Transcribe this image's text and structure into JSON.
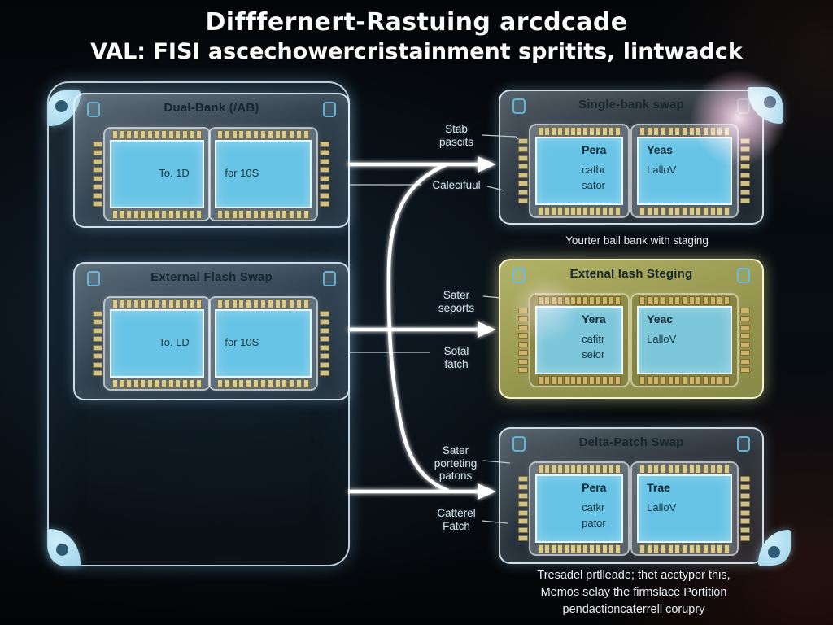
{
  "header": {
    "title": "Difffernert-Rastuing arcdcade",
    "subtitle": "VAL: FISI ascechowercristainment spritits, lintwadck"
  },
  "left_panel": {
    "dual_bank": {
      "title": "Dual-Bank (/AB)",
      "chip_a": {
        "line1": "To. 1D"
      },
      "chip_b": {
        "line1": "for 10S"
      }
    },
    "flash_swap": {
      "title": "External Flash Swap",
      "chip_a": {
        "line1": "To. LD"
      },
      "chip_b": {
        "line1": "for 10S"
      }
    }
  },
  "right_panel": {
    "single_bank": {
      "title": "Single-bank swap",
      "chip_a": {
        "line1": "Pera",
        "line2": "cafbr",
        "line3": "sator"
      },
      "chip_b": {
        "line1": "Yeas",
        "line2": "LalloV"
      },
      "caption": "Yourter ball bank with staging"
    },
    "flash_staging": {
      "title": "Extenal lash Steging",
      "chip_a": {
        "line1": "Yera",
        "line2": "cafitr",
        "line3": "seior"
      },
      "chip_b": {
        "line1": "Yeac",
        "line2": "LalloV"
      }
    },
    "delta_patch": {
      "title": "Delta-Patch Swap",
      "chip_a": {
        "line1": "Pera",
        "line2": "catkr",
        "line3": "pator"
      },
      "chip_b": {
        "line1": "Trae",
        "line2": "LalloV"
      }
    },
    "footer_note": {
      "line1": "Tresadel prtlleade; thet acctyper this,",
      "line2": "Memos selay the firmslace Portition",
      "line3": "pendactioncaterrell corupry"
    }
  },
  "flow_labels": {
    "stab_pascits": {
      "line1": "Stab",
      "line2": "pascits"
    },
    "caleciful": {
      "line1": "Calecifuul"
    },
    "sater_seports": {
      "line1": "Sater",
      "line2": "seports"
    },
    "sotal_fatch": {
      "line1": "Sotal",
      "line2": "fatch"
    },
    "sater_porteting": {
      "line1": "Sater",
      "line2": "porteting",
      "line3": "patons"
    },
    "catterel_fatch": {
      "line1": "Catterel",
      "line2": "Fatch"
    }
  },
  "colors": {
    "screen_blue": "#68c4e6",
    "olive_panel": "#9e9e58",
    "pin_gold": "#d9cb8f",
    "corner_petal": "#a9dcee",
    "glow_pink": "#f2b9da",
    "arrow": "#ffffff"
  }
}
